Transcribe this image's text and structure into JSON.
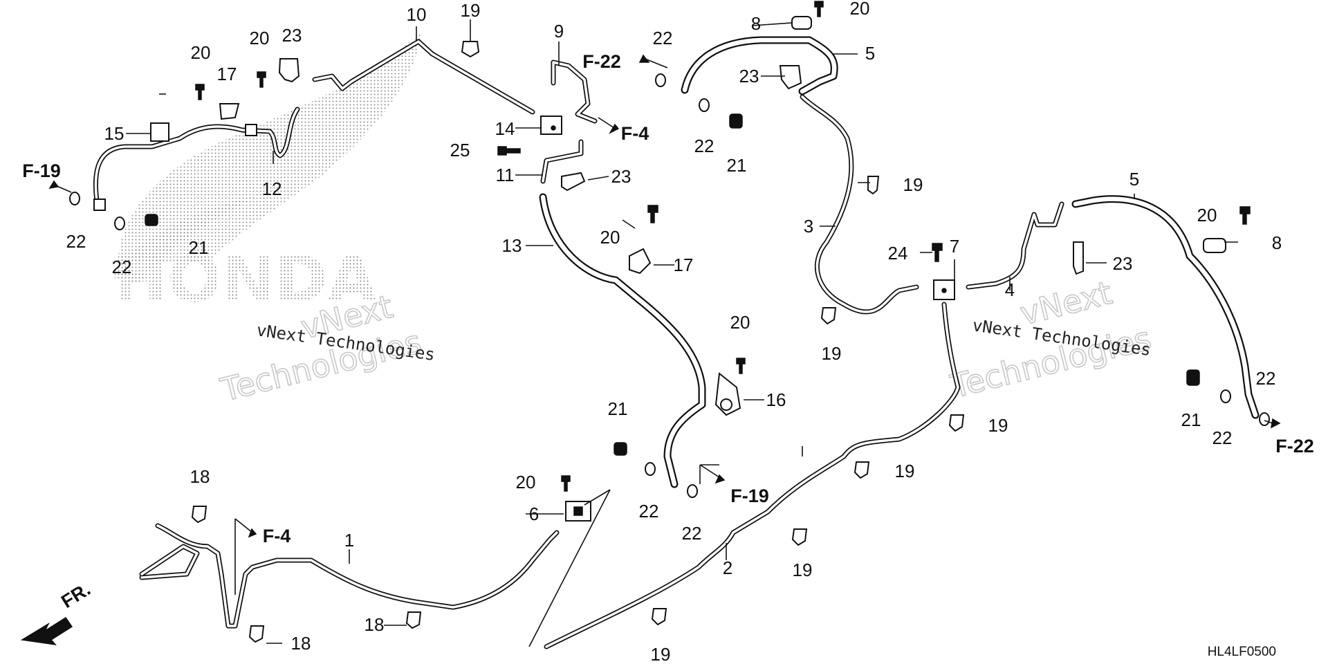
{
  "diagram": {
    "diagram_code": "HL4LF0500",
    "front_direction_label": "FR.",
    "watermark": {
      "brand": "HONDA",
      "company_line": "vNext Technologies",
      "word1": "vNext",
      "word2": "Technologies"
    },
    "part_labels": {
      "p1": "1",
      "p2": "2",
      "p3": "3",
      "p4": "4",
      "p5": "5",
      "p6": "6",
      "p7": "7",
      "p8": "8",
      "p9": "9",
      "p10": "10",
      "p11": "11",
      "p12": "12",
      "p13": "13",
      "p14": "14",
      "p15": "15",
      "p16": "16",
      "p17": "17",
      "p18": "18",
      "p19": "19",
      "p20": "20",
      "p21": "21",
      "p22": "22",
      "p23": "23",
      "p24": "24",
      "p25": "25"
    },
    "page_references": {
      "f4": "F-4",
      "f19": "F-19",
      "f22": "F-22"
    }
  }
}
